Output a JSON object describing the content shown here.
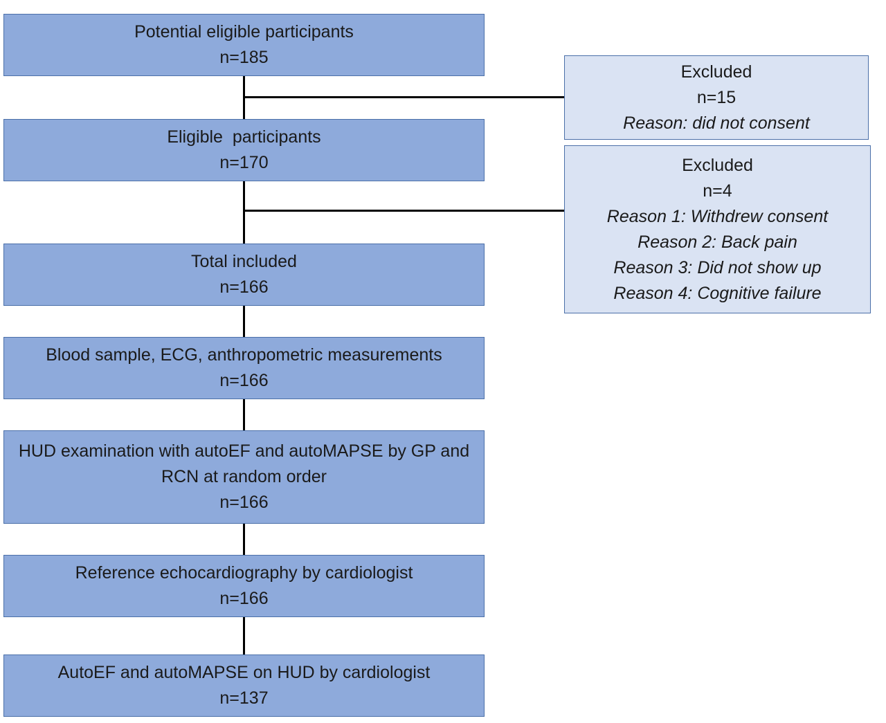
{
  "flow": [
    {
      "title": "Potential eligible participants",
      "n": "n=185"
    },
    {
      "title": "Eligible  participants",
      "n": "n=170"
    },
    {
      "title": "Total included",
      "n": "n=166"
    },
    {
      "title": "Blood sample, ECG, anthropometric measurements",
      "n": "n=166"
    },
    {
      "title": "HUD examination with autoEF and autoMAPSE by GP and RCN at random order",
      "n": "n=166"
    },
    {
      "title": "Reference echocardiography by cardiologist",
      "n": "n=166"
    },
    {
      "title": "AutoEF and autoMAPSE on HUD by cardiologist",
      "n": "n=137"
    }
  ],
  "exclusions": [
    {
      "title": "Excluded",
      "n": "n=15",
      "reasons": [
        "Reason: did not consent"
      ]
    },
    {
      "title": "Excluded",
      "n": "n=4",
      "reasons": [
        "Reason 1: Withdrew consent",
        "Reason 2: Back pain",
        "Reason 3: Did not show up",
        "Reason 4: Cognitive failure"
      ]
    }
  ],
  "colors": {
    "main_box": "#8eaadb",
    "excluded_box": "#dae3f3",
    "border": "#4a6fa8",
    "line": "#000000"
  }
}
